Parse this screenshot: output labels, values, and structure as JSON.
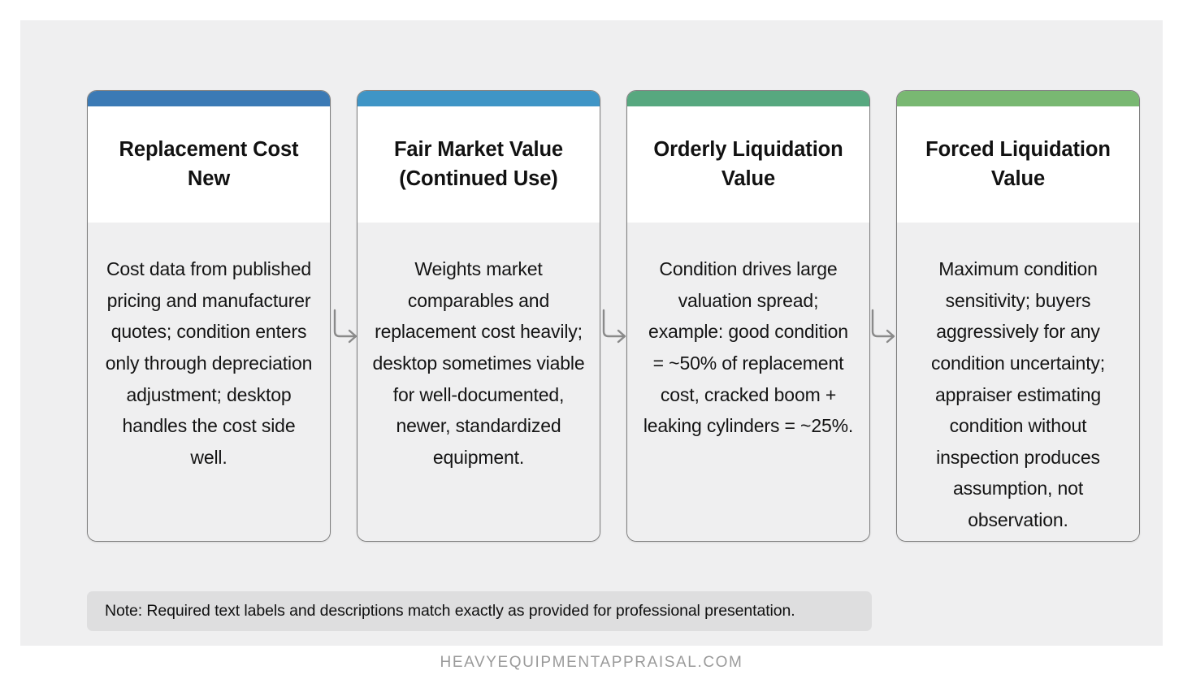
{
  "diagram": {
    "type": "process-flow",
    "canvas_background": "#efeff0",
    "page_background": "#ffffff",
    "connector_symbol": "arrow-right",
    "cards": [
      {
        "title": "Replacement Cost New",
        "body": "Cost data from published pricing and manufacturer quotes; condition enters only through depreciation adjustment; desktop handles the cost side well.",
        "accent_color": "#3b7ab5"
      },
      {
        "title": "Fair Market Value (Continued Use)",
        "body": "Weights market comparables and replacement cost heavily; desktop sometimes viable for well-documented, newer, standardized equipment.",
        "accent_color": "#3f95c6"
      },
      {
        "title": "Orderly Liquidation Value",
        "body": "Condition drives large valuation spread; example: good condition = ~50% of replacement cost, cracked boom + leaking cylinders = ~25%.",
        "accent_color": "#57a87f"
      },
      {
        "title": "Forced Liquidation Value",
        "body": "Maximum condition sensitivity; buyers aggressively for any condition uncertainty; appraiser estimating condition without inspection produces assumption, not observation.",
        "accent_color": "#79b872"
      }
    ]
  },
  "note": {
    "text": "Note: Required text labels and descriptions match exactly as provided for professional presentation.",
    "background": "#dededf"
  },
  "footer": {
    "text": "HEAVYEQUIPMENTAPPRAISAL.COM",
    "color": "#9a9a9a"
  }
}
